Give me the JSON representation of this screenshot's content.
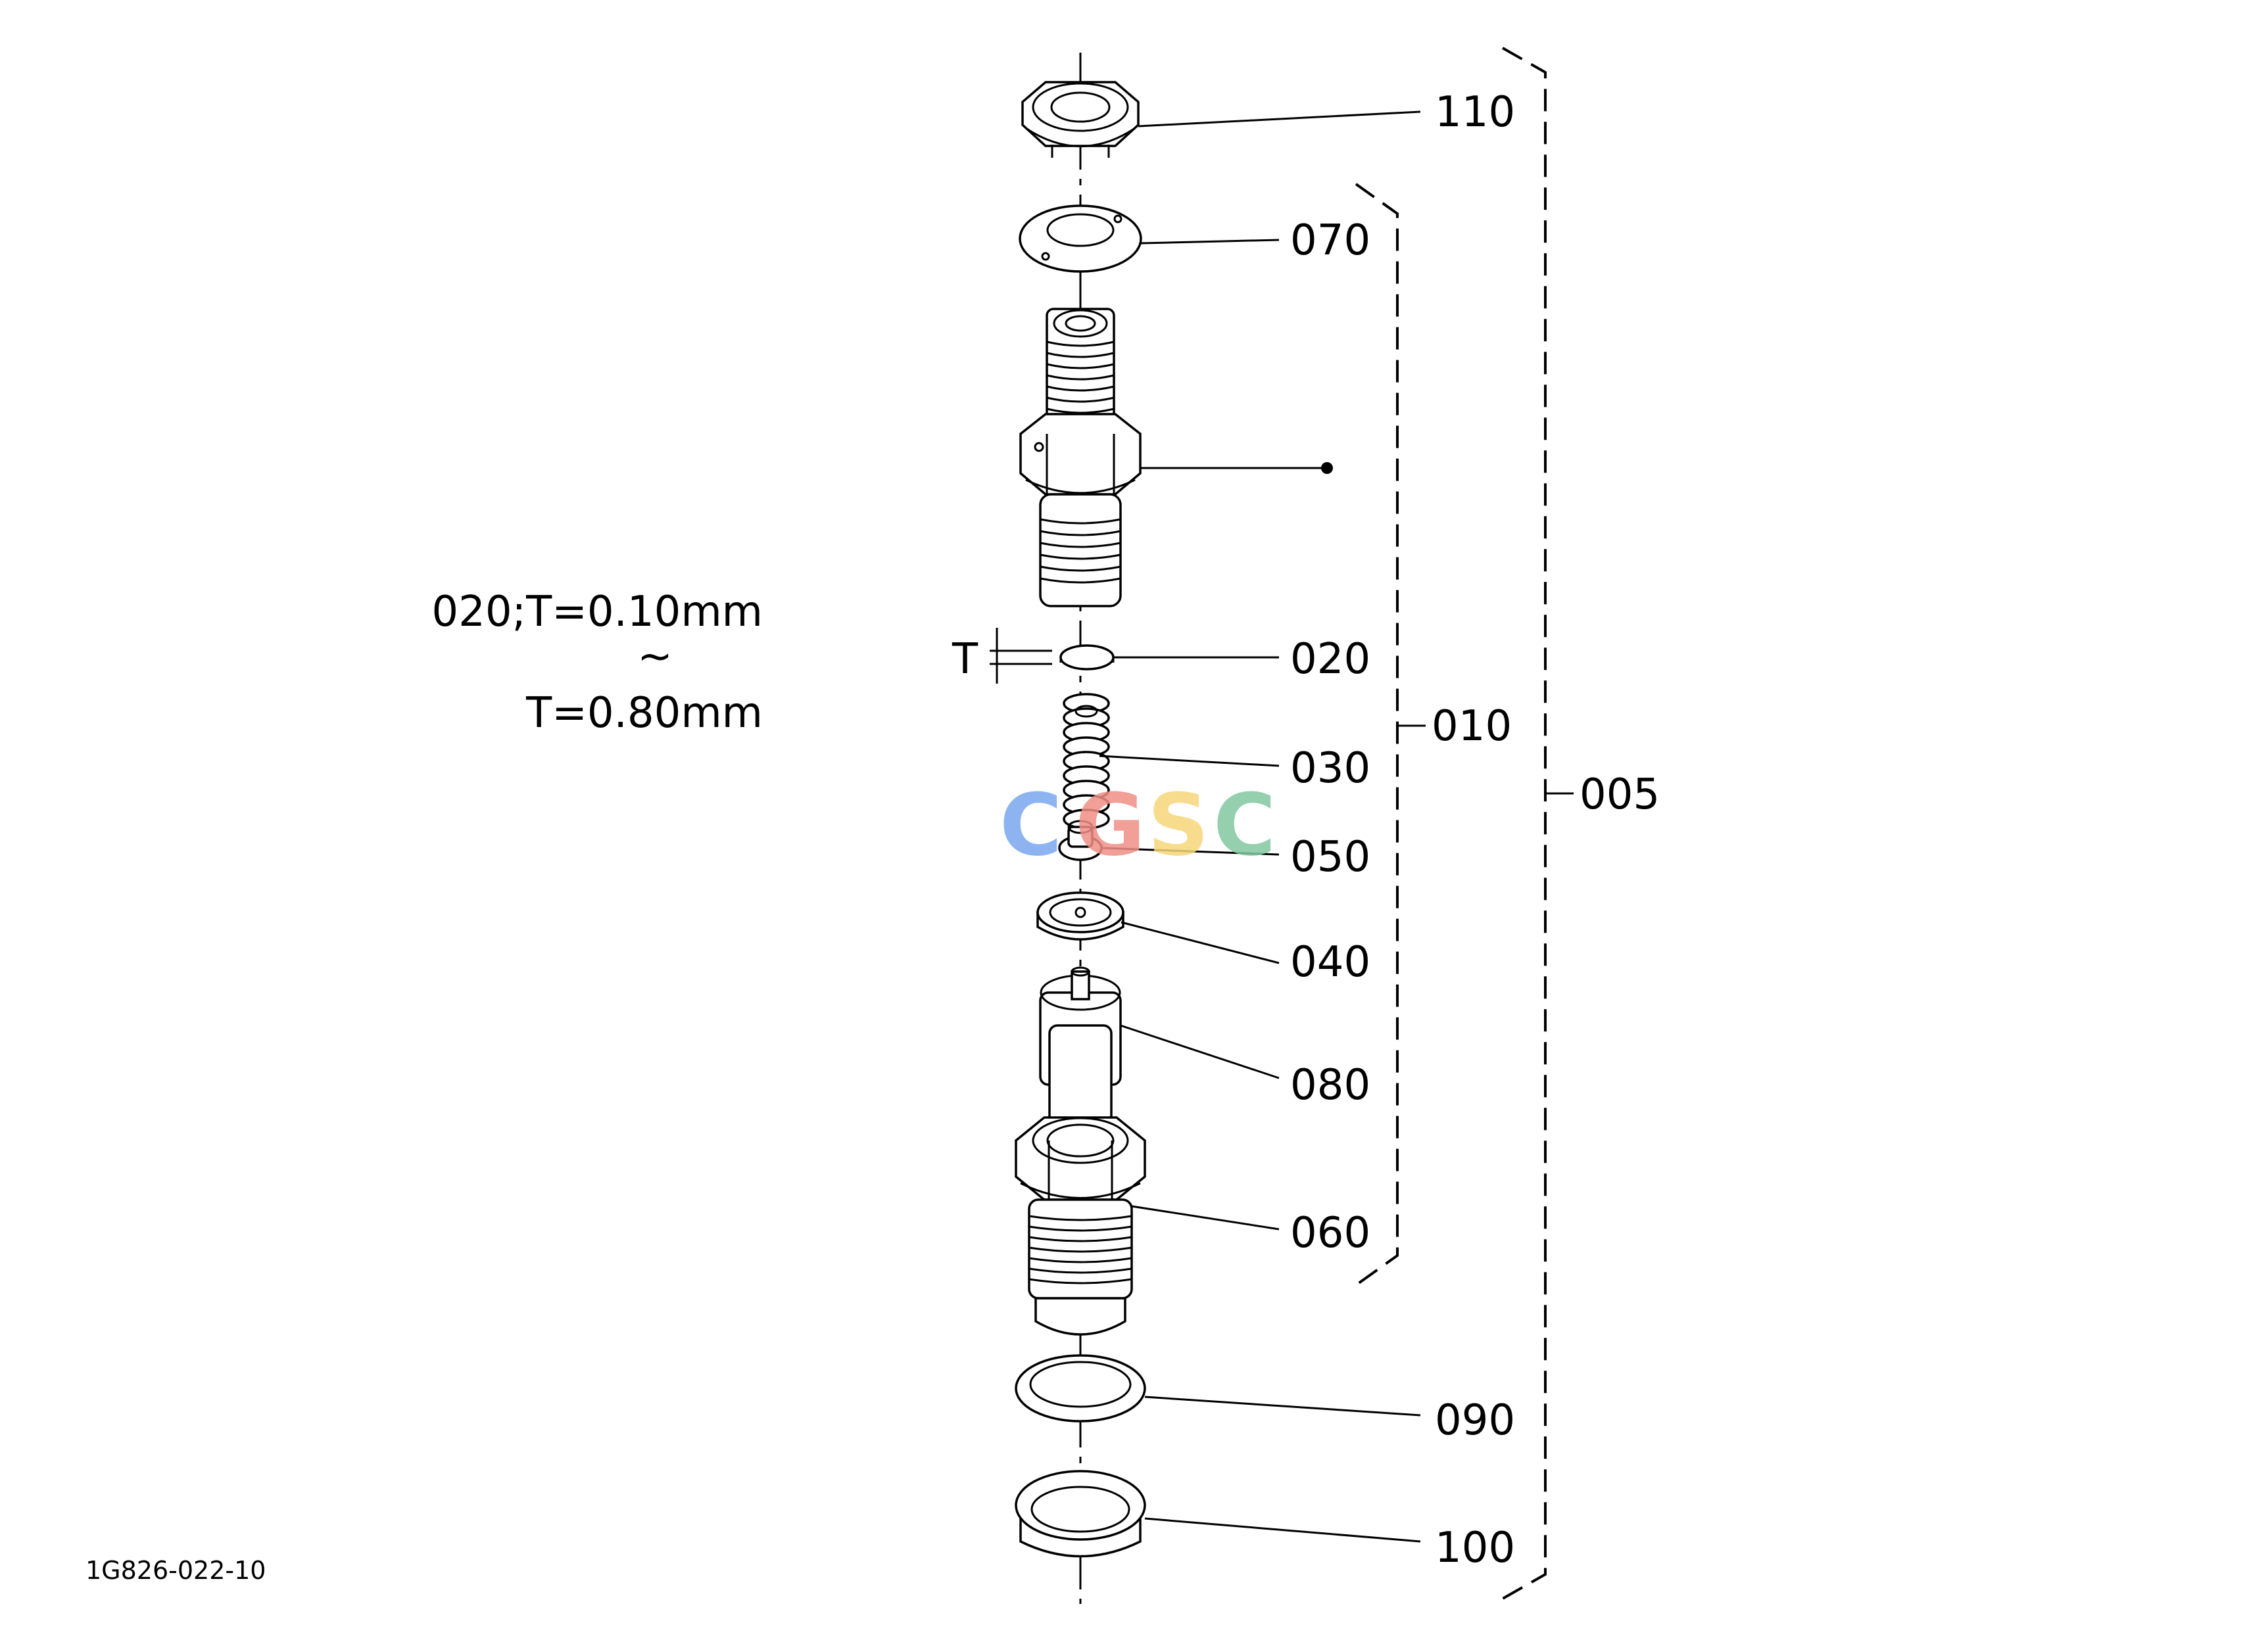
{
  "parts": [
    {
      "number": "110"
    },
    {
      "number": "070"
    },
    {
      "number": "020"
    },
    {
      "number": "030"
    },
    {
      "number": "050"
    },
    {
      "number": "040"
    },
    {
      "number": "080"
    },
    {
      "number": "060"
    },
    {
      "number": "090"
    },
    {
      "number": "100"
    }
  ],
  "groups": {
    "inner": "010",
    "outer": "005"
  },
  "thickness_symbol": "T",
  "shim_note": {
    "line1": "020;T=0.10mm",
    "tilde": "~",
    "line2": "T=0.80mm"
  },
  "diagram_code": "1G826-022-10",
  "watermark": {
    "letters": [
      "C",
      "G",
      "S",
      "C"
    ],
    "colors": [
      "#7aa7ef",
      "#ef8f86",
      "#f5d778",
      "#82c7a0"
    ]
  }
}
